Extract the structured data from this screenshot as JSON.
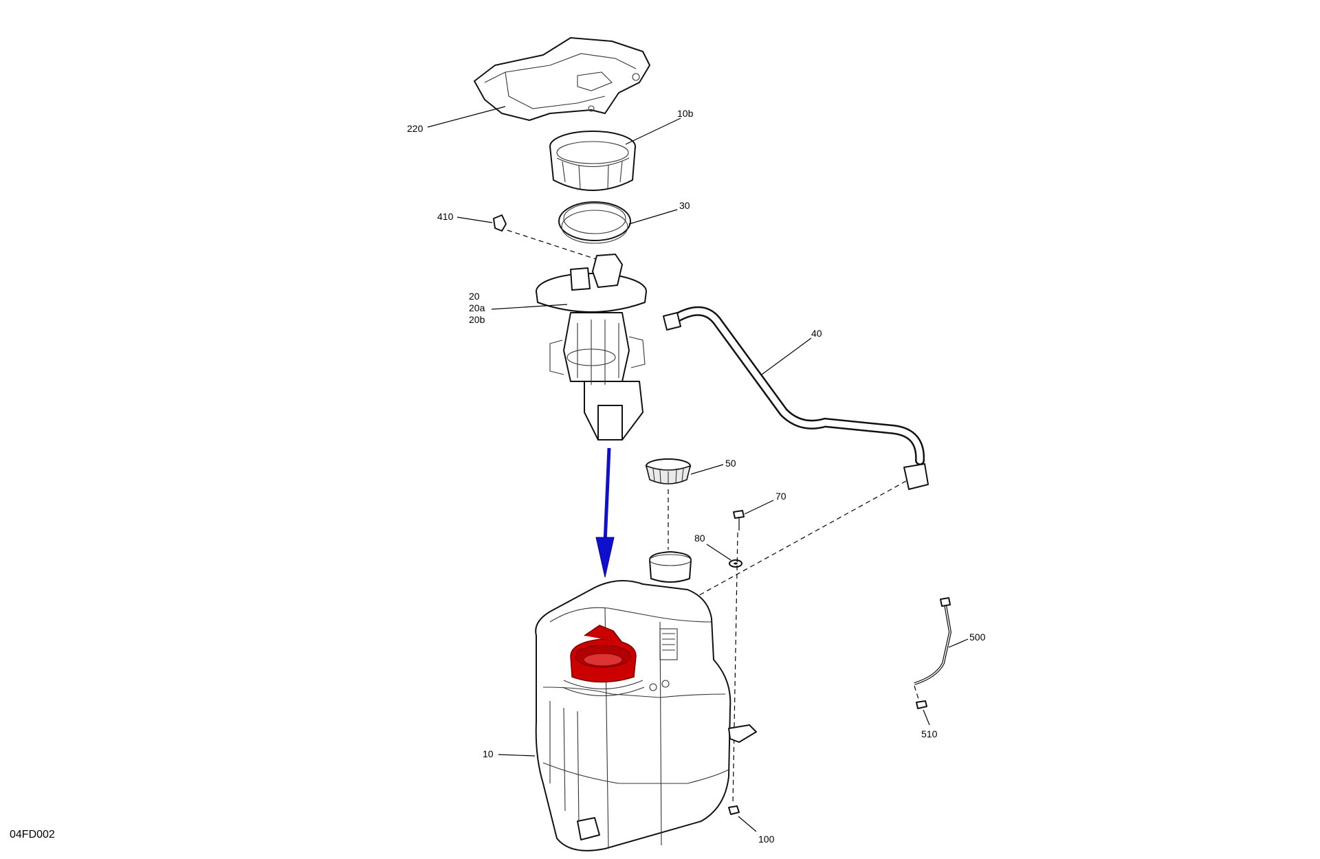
{
  "diagram": {
    "reference_code": "04FD002",
    "highlight_color": "#cc0000",
    "arrow_color": "#1010cc",
    "callouts": {
      "c220": "220",
      "c10b": "10b",
      "c30": "30",
      "c410": "410",
      "c20": "20",
      "c20a": "20a",
      "c20b": "20b",
      "c40": "40",
      "c50": "50",
      "c70": "70",
      "c80": "80",
      "c500": "500",
      "c510": "510",
      "c10": "10",
      "c100": "100"
    }
  }
}
